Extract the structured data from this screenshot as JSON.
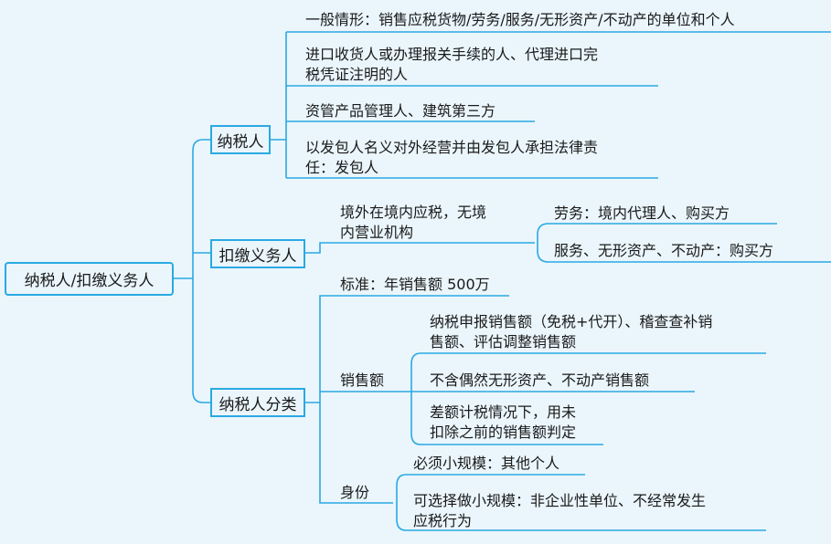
{
  "root": {
    "label": "纳税人/扣缴义务人"
  },
  "branches": {
    "taxpayer": {
      "label": "纳税人",
      "items": [
        {
          "lines": [
            "一般情形：销售应税货物/劳务/服务/无形资产/不动产的单位和个人"
          ]
        },
        {
          "lines": [
            "进口收货人或办理报关手续的人、代理进口完",
            "税凭证注明的人"
          ]
        },
        {
          "lines": [
            "资管产品管理人、建筑第三方"
          ]
        },
        {
          "lines": [
            "以发包人名义对外经营并由发包人承担法律责",
            "任：发包人"
          ]
        }
      ]
    },
    "withholding": {
      "label": "扣缴义务人",
      "condition": {
        "lines": [
          "境外在境内应税，无境",
          "内营业机构"
        ]
      },
      "items": [
        {
          "lines": [
            "劳务：境内代理人、购买方"
          ]
        },
        {
          "lines": [
            "服务、无形资产、不动产：购买方"
          ]
        }
      ]
    },
    "classification": {
      "label": "纳税人分类",
      "standard": "标准：年销售额 500万",
      "sales": {
        "label": "销售额",
        "items": [
          {
            "lines": [
              "纳税申报销售额（免税+代开）、稽查查补销",
              "售额、评估调整销售额"
            ]
          },
          {
            "lines": [
              "不含偶然无形资产、不动产销售额"
            ]
          },
          {
            "lines": [
              "差额计税情况下，用未",
              "扣除之前的销售额判定"
            ]
          }
        ]
      },
      "identity": {
        "label": "身份",
        "items": [
          {
            "lines": [
              "必须小规模：其他个人"
            ]
          },
          {
            "lines": [
              "可选择做小规模：非企业性单位、不经常发生",
              "应税行为"
            ]
          }
        ]
      }
    }
  },
  "colors": {
    "line": "#2aa9e2",
    "background": "#eaf6fc"
  }
}
